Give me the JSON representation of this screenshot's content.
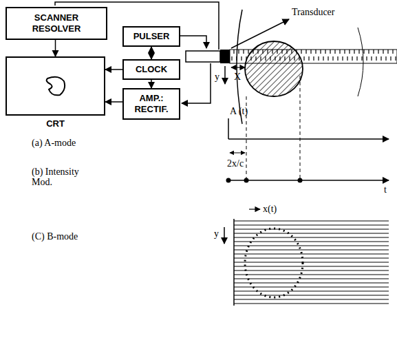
{
  "diagram": {
    "nodes": [
      {
        "text": [
          "SCANNER RESOLVER"
        ]
      },
      {
        "text": [
          "PULSER"
        ]
      },
      {
        "text": [
          "CLOCK"
        ]
      },
      {
        "text": [
          "AMP.: RECTIF."
        ]
      },
      {
        "text": [
          "CRT"
        ]
      }
    ],
    "edges": [
      {
        "from": 2,
        "to": 1,
        "arrow": "both"
      },
      {
        "from": 2,
        "to": 4,
        "arrow": "to"
      },
      {
        "from": 2,
        "to": 3,
        "arrow": "to"
      },
      {
        "from": 3,
        "to": 4,
        "arrow": "to"
      },
      {
        "from": 0,
        "to": 4,
        "arrow": "to"
      }
    ],
    "labels": [
      "Transducer",
      "X",
      "y",
      "A (t)",
      "2x/c",
      "t",
      "x(t)",
      "y",
      "(a) A-mode",
      "(b) Intensity Mod.",
      "(C) B-mode"
    ]
  }
}
